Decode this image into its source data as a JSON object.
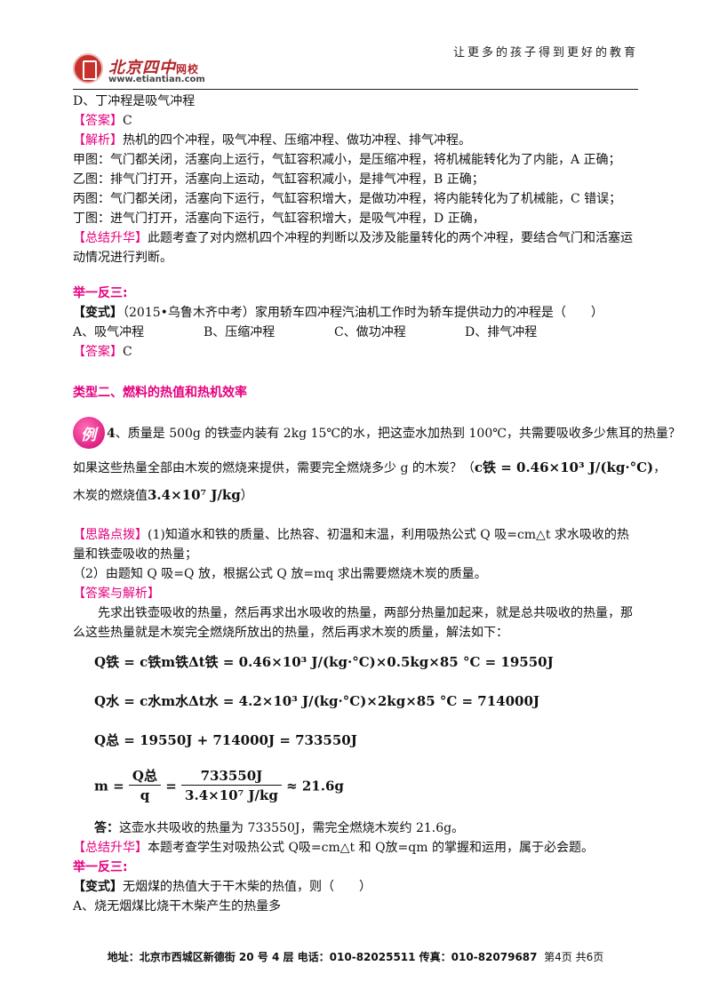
{
  "header": {
    "slogan": "让更多的孩子得到更好的教育",
    "logo_name": "北京四中",
    "logo_sub": "网校",
    "logo_url": "www.etiantian.com"
  },
  "lines": {
    "d_option": "D、丁冲程是吸气冲程",
    "answer_tag": "【答案】",
    "answer1": "C",
    "analysis_tag": "【解析】",
    "analysis1": "热机的四个冲程，吸气冲程、压缩冲程、做功冲程、排气冲程。",
    "jia": "甲图：气门都关闭，活塞向上运行，气缸容积减小，是压缩冲程，将机械能转化为了内能，A 正确；",
    "yi": "乙图：排气门打开，活塞向上运动，气缸容积减小，是排气冲程，B 正确；",
    "bing": "丙图：气门都关闭，活塞向下运行，气缸容积增大，是做功冲程，将内能转化为了机械能，C 错误；",
    "ding": "丁图：进气门打开，活塞向下运行，气缸容积增大，是吸气冲程，D 正确，",
    "summary_tag": "【总结升华】",
    "summary1": "此题考查了对内燃机四个冲程的判断以及涉及能量转化的两个冲程，要结合气门和活塞运动情况进行判断。",
    "practice1": "举一反三:",
    "variant_tag": "【变式】",
    "variant1": "（2015•乌鲁木齐中考）家用轿车四冲程汽油机工作时为轿车提供动力的冲程是（　　）",
    "opts": [
      "A、吸气冲程",
      "B、压缩冲程",
      "C、做功冲程",
      "D、排气冲程"
    ],
    "answer2": "C",
    "section2": "类型二、燃料的热值和热机效率",
    "example_badge": "例",
    "example_num": "4",
    "example_text1": "、质量是 500g 的铁壶内装有 2kg  15℃的水，把这壶水加热到 100℃，共需要吸收多少焦耳的热量？",
    "example_text2": "如果这些热量全部由木炭的燃烧来提供，需要完全燃烧多少 g 的木炭？（",
    "example_c_iron": "c铁 = 0.46×10³ J/(kg·°C)",
    "example_comma": "，",
    "example_text3": "木炭的燃烧值",
    "example_q": "3.4×10⁷ J/kg",
    "example_close": "）",
    "hint_tag": "【思路点拨】",
    "hint1": "(1)知道水和铁的质量、比热容、初温和末温，利用吸热公式 Q 吸=cm△t 求水吸收的热量和铁壶吸收的热量；",
    "hint2": "（2）由题知 Q 吸=Q 放，根据公式 Q 放=mq 求出需要燃烧木炭的质量。",
    "ans_analysis_tag": "【答案与解析】",
    "para1": "先求出铁壶吸收的热量，然后再求出水吸收的热量，两部分热量加起来，就是总共吸收的热量，那么这些热量就是木炭完全燃烧所放出的热量，然后再求木炭的质量，解法如下：",
    "eq1": "Q铁 = c铁m铁Δt铁 = 0.46×10³ J/(kg·°C)×0.5kg×85 °C = 19550J",
    "eq2": "Q水 = c水m水Δt水 = 4.2×10³ J/(kg·°C)×2kg×85 °C = 714000J",
    "eq3": "Q总 = 19550J + 714000J = 733550J",
    "eq4_lhs": "m =",
    "eq4_num1": "Q总",
    "eq4_den1": "q",
    "eq4_eq": "=",
    "eq4_num2": "733550J",
    "eq4_den2": "3.4×10⁷ J/kg",
    "eq4_rhs": "≈ 21.6g",
    "final_tag": "答：",
    "final": "这壶水共吸收的热量为 733550J，需完全燃烧木炭约 21.6g。",
    "summary2": "本题考查学生对吸热公式 Q吸=cm△t 和 Q放=qm 的掌握和运用，属于必会题。",
    "practice2": "举一反三:",
    "variant2": "无烟煤的热值大于干木柴的热值，则（　　）",
    "variant2_a": "A、烧无烟煤比烧干木柴产生的热量多"
  },
  "footer": {
    "text": "地址：北京市西城区新德街 20 号 4 层  电话：010-82025511  传真：010-82079687",
    "page": "第4页  共6页"
  }
}
